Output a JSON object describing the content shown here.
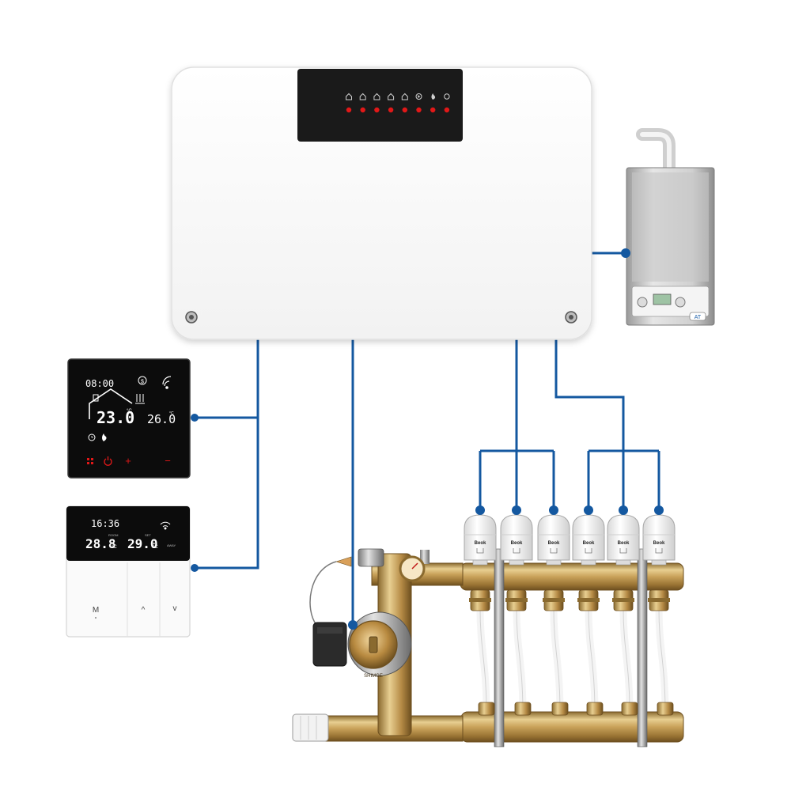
{
  "colors": {
    "wire": "#1458a0",
    "brass": "#c9a25a",
    "controller_panel": "#1a1a1a",
    "indicator_led": "#e11818",
    "thermostat_text": "#ffffff"
  },
  "controller": {
    "indicator_icons": [
      "home-icon",
      "home-icon",
      "home-icon",
      "home-icon",
      "home-icon",
      "pump-icon",
      "flame-icon",
      "power-icon"
    ],
    "indicator_count": 8
  },
  "thermostat_black": {
    "time": "08:00",
    "room_temp": "23.0",
    "set_temp": "26.0",
    "unit": "°C",
    "icons": [
      "clock-icon",
      "dollar-icon",
      "wifi-icon",
      "home-icon",
      "heating-icon",
      "schedule-icon",
      "flame-icon"
    ],
    "buttons": [
      "grid-icon",
      "power-icon",
      "plus-icon",
      "minus-icon"
    ]
  },
  "thermostat_white": {
    "time": "16:36",
    "room_temp": "28.8",
    "set_temp": "29.0",
    "unit": "°C",
    "room_label": "ROOM",
    "set_label": "SET",
    "away_label": "AWAY",
    "buttons": {
      "mode": "M",
      "up": "^",
      "down": "v"
    }
  },
  "actuators": {
    "brand": "Beok",
    "labels": [
      "Beok",
      "Beok",
      "Beok",
      "Beok",
      "Beok",
      "Beok"
    ]
  },
  "boiler": {
    "badge": "AT"
  },
  "pump": {
    "label": "SHIMGE"
  }
}
